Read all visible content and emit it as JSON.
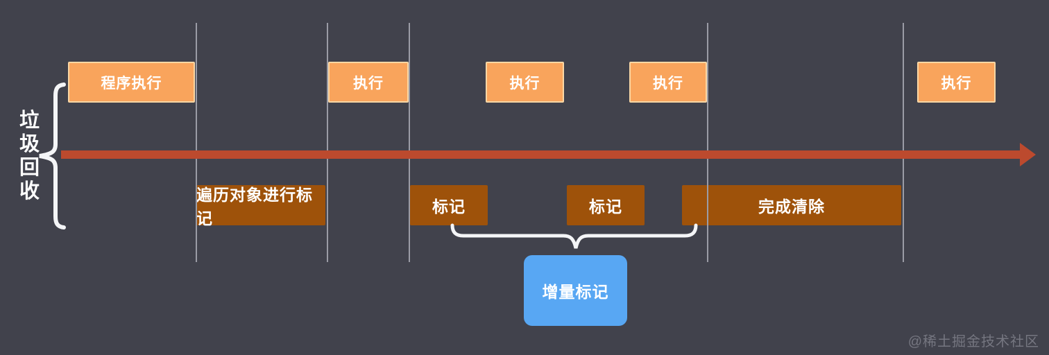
{
  "diagram": {
    "title_axis_label": "垃圾回收",
    "top_row": [
      {
        "label": "程序执行"
      },
      {
        "label": "执行"
      },
      {
        "label": "执行"
      },
      {
        "label": "执行"
      },
      {
        "label": "执行"
      }
    ],
    "bottom_row": [
      {
        "label": "遍历对象进行标记"
      },
      {
        "label": "标记"
      },
      {
        "label": "标记"
      },
      {
        "label": "完成清除"
      }
    ],
    "callout": {
      "label": "增量标记"
    },
    "watermark": "@稀土掘金技术社区",
    "colors": {
      "background": "#41424c",
      "execute_box_fill": "#f9a45c",
      "execute_box_border": "#fbd7a4",
      "mark_box_fill": "#9e520a",
      "callout_fill": "#58a7f3",
      "arrow": "#bc4a2e",
      "divider_line": "#9b9ca6",
      "brace": "#f4f5f7",
      "text": "#ffffff",
      "watermark_text": "#757680"
    }
  }
}
